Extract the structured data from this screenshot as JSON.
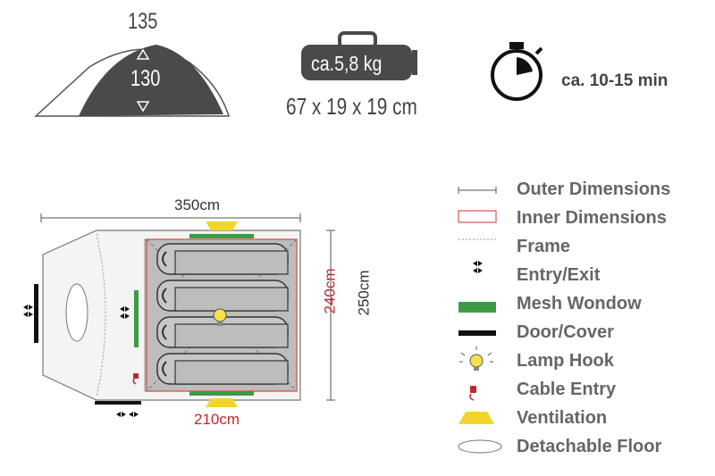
{
  "specs": {
    "height_outer": "135",
    "height_inner": "130",
    "weight": "ca.5,8 kg",
    "pack_size": "67 x 19 x 19 cm",
    "setup_time": "ca. 10-15 min"
  },
  "floorplan": {
    "outer_width": "350cm",
    "outer_depth": "250cm",
    "inner_width": "210cm",
    "inner_depth": "240cm"
  },
  "legend": [
    {
      "label": "Outer Dimensions",
      "icon": "outer-dimensions-icon"
    },
    {
      "label": "Inner Dimensions",
      "icon": "inner-dimensions-icon"
    },
    {
      "label": "Frame",
      "icon": "frame-icon"
    },
    {
      "label": "Entry/Exit",
      "icon": "entry-exit-icon"
    },
    {
      "label": "Mesh Wondow",
      "icon": "mesh-window-icon"
    },
    {
      "label": "Door/Cover",
      "icon": "door-cover-icon"
    },
    {
      "label": "Lamp Hook",
      "icon": "lamp-hook-icon"
    },
    {
      "label": "Cable Entry",
      "icon": "cable-entry-icon"
    },
    {
      "label": "Ventilation",
      "icon": "ventilation-icon"
    },
    {
      "label": "Detachable Floor",
      "icon": "detachable-floor-icon"
    }
  ],
  "colors": {
    "dark_gray": "#4a4a4a",
    "inner_red": "#d9534f",
    "mesh_green": "#3e9b45",
    "lamp_yellow": "#f6e24a",
    "ventilation_yellow": "#f2d52b"
  }
}
